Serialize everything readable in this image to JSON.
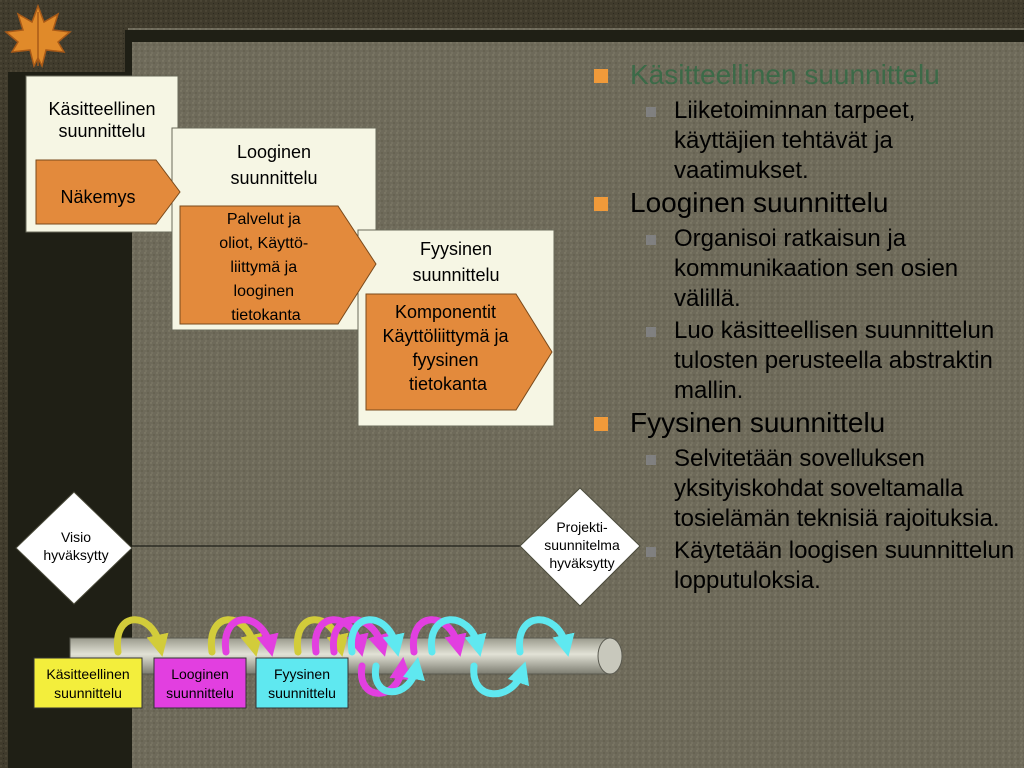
{
  "colors": {
    "dark_panel": "#1f1f15",
    "texture": "#6e6a5a",
    "card": "#f6f6e4",
    "arrow_orange": "#e38a3c",
    "yellow": "#f3ee3c",
    "magenta": "#e23fe0",
    "cyan": "#5fe8f0",
    "olive_arrow": "#d2cc3a",
    "bullet_orange": "#f09a3a",
    "bullet_gray": "#808080"
  },
  "icons": {
    "leaf": "maple-leaf-icon"
  },
  "stairs": [
    {
      "title": [
        "Käsitteellinen",
        "suunnittelu"
      ],
      "arrow": [
        "Näkemys"
      ]
    },
    {
      "title": [
        "Looginen",
        "suunnittelu"
      ],
      "arrow": [
        "Palvelut ja",
        "oliot, Käyttö-",
        "liittymä ja",
        "looginen",
        "tietokanta"
      ]
    },
    {
      "title": [
        "Fyysinen",
        "suunnittelu"
      ],
      "arrow": [
        "Komponentit",
        "Käyttöliittymä ja",
        "fyysinen",
        "tietokanta"
      ]
    }
  ],
  "milestones": [
    {
      "label": [
        "Visio",
        "hyväksytty"
      ]
    },
    {
      "label": [
        "Projekti-",
        "suunnitelma",
        "hyväksytty"
      ]
    }
  ],
  "phase_labels": [
    {
      "label": [
        "Käsitteellinen",
        "suunnittelu"
      ],
      "color": "#f3ee3c"
    },
    {
      "label": [
        "Looginen",
        "suunnittelu"
      ],
      "color": "#e23fe0"
    },
    {
      "label": [
        "Fyysinen",
        "suunnittelu"
      ],
      "color": "#5fe8f0"
    }
  ],
  "bullets": [
    {
      "title": "Käsitteellinen suunnittelu",
      "items": [
        "Liiketoiminnan tarpeet, käyttäjien tehtävät ja vaatimukset."
      ]
    },
    {
      "title": "Looginen suunnittelu",
      "items": [
        "Organisoi ratkaisun ja kommunikaation sen osien välillä.",
        "Luo käsitteellisen suunnittelun tulosten perusteella abstraktin mallin."
      ]
    },
    {
      "title": "Fyysinen suunnittelu",
      "items": [
        "Selvitetään sovelluksen yksityiskohdat soveltamalla tosielämän teknisiä rajoituksia.",
        "Käytetään loogisen suunnittelun lopputuloksia."
      ]
    }
  ]
}
